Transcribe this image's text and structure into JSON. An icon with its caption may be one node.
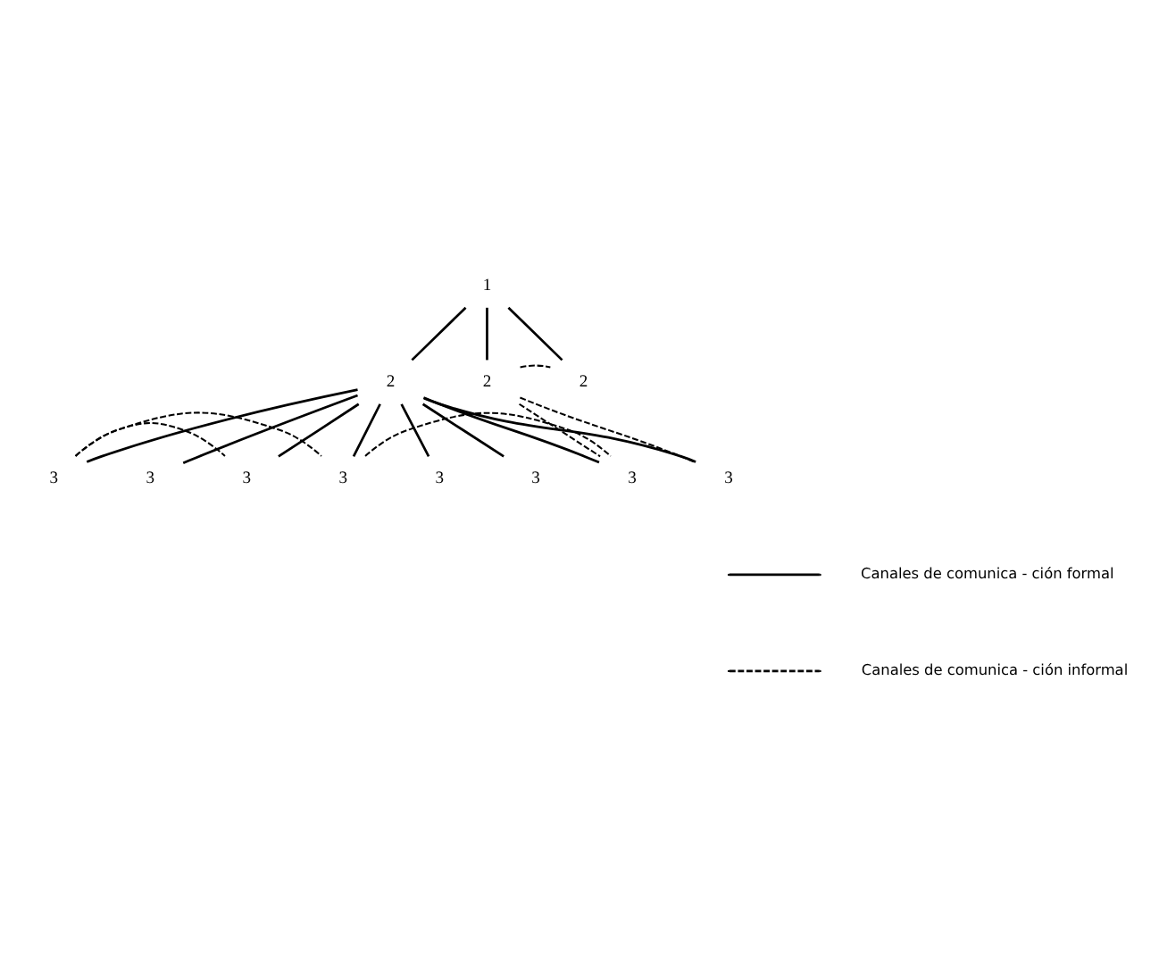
{
  "diagram": {
    "nodes": [
      {
        "text": [
          "1"
        ]
      },
      {
        "text": [
          "2"
        ]
      },
      {
        "text": [
          "2"
        ]
      },
      {
        "text": [
          "2"
        ]
      },
      {
        "text": [
          "3"
        ]
      },
      {
        "text": [
          "3"
        ]
      },
      {
        "text": [
          "3"
        ]
      },
      {
        "text": [
          "3"
        ]
      },
      {
        "text": [
          "3"
        ]
      },
      {
        "text": [
          "3"
        ]
      },
      {
        "text": [
          "3"
        ]
      },
      {
        "text": [
          "3"
        ]
      }
    ],
    "edges": [
      {
        "from": 0,
        "to": 1,
        "arrow": "none"
      },
      {
        "from": 0,
        "to": 2,
        "arrow": "none"
      },
      {
        "from": 0,
        "to": 3,
        "arrow": "none"
      },
      {
        "from": 1,
        "to": 4,
        "arrow": "none"
      },
      {
        "from": 1,
        "to": 5,
        "arrow": "none"
      },
      {
        "from": 1,
        "to": 6,
        "arrow": "none"
      },
      {
        "from": 1,
        "to": 7,
        "arrow": "none"
      },
      {
        "from": 1,
        "to": 8,
        "arrow": "none"
      },
      {
        "from": 1,
        "to": 9,
        "arrow": "none"
      },
      {
        "from": 1,
        "to": 10,
        "arrow": "none"
      },
      {
        "from": 1,
        "to": 11,
        "arrow": "none"
      },
      {
        "from": 2,
        "to": 3,
        "arrow": "none",
        "style": "dashed"
      },
      {
        "from": 2,
        "to": 11,
        "arrow": "none",
        "style": "dashed"
      },
      {
        "from": 2,
        "to": 10,
        "arrow": "none",
        "style": "dashed"
      },
      {
        "from": 4,
        "to": 6,
        "arrow": "none",
        "style": "dashed"
      },
      {
        "from": 4,
        "to": 7,
        "arrow": "none",
        "style": "dashed"
      },
      {
        "from": 7,
        "to": 10,
        "arrow": "none",
        "style": "dashed"
      }
    ],
    "legend": [
      {
        "text": "Canales de comunica - ción formal"
      },
      {
        "text": "Canales de comunica - ción informal"
      }
    ]
  }
}
